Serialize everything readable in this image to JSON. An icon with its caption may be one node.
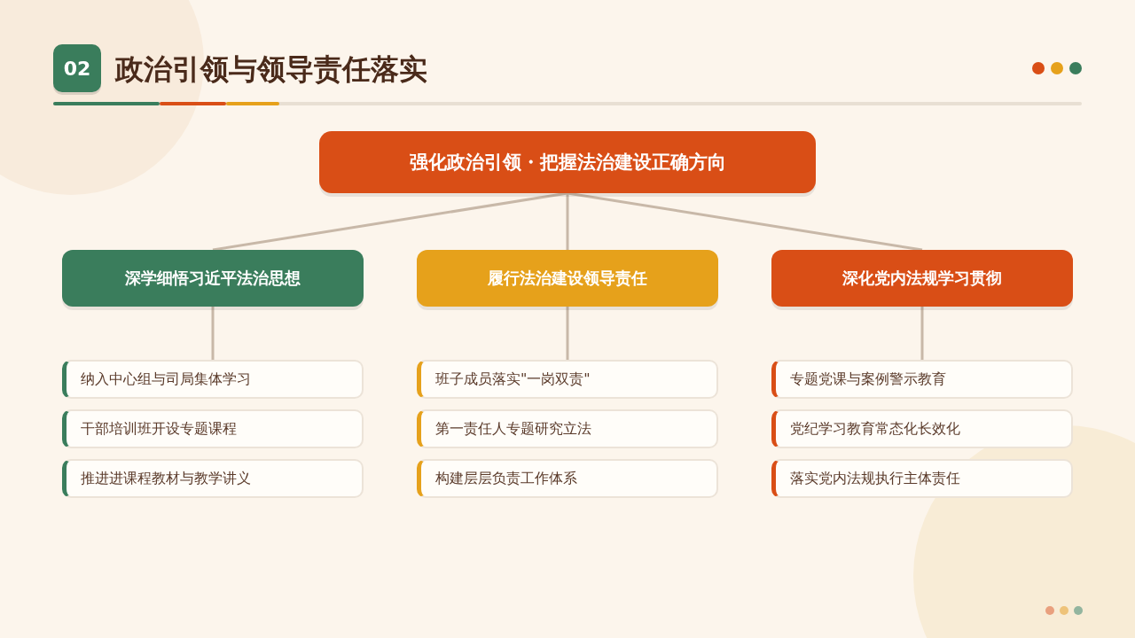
{
  "diagram": {
    "title": "政治引领与领导责任落实",
    "nodes": [
      {
        "text": [
          "强化政治引领・把握法治建设正确方向"
        ]
      },
      {
        "text": [
          "深学细悟习近平法治思想"
        ]
      },
      {
        "text": [
          "履行法治建设领导责任"
        ]
      },
      {
        "text": [
          "深化党内法规学习贯彻"
        ]
      },
      {
        "text": [
          "纳入中心组与司局集体学习"
        ]
      },
      {
        "text": [
          "干部培训班开设专题课程"
        ]
      },
      {
        "text": [
          "推进进课程教材与教学讲义"
        ]
      },
      {
        "text": [
          "班子成员落实\"一岗双责\""
        ]
      },
      {
        "text": [
          "第一责任人专题研究立法"
        ]
      },
      {
        "text": [
          "构建层层负责工作体系"
        ]
      },
      {
        "text": [
          "专题党课与案例警示教育"
        ]
      },
      {
        "text": [
          "党纪学习教育常态化长效化"
        ]
      },
      {
        "text": [
          "落实党内法规执行主体责任"
        ]
      }
    ],
    "edges": [
      {
        "from": 0,
        "to": 1,
        "arrow": "none"
      },
      {
        "from": 0,
        "to": 2,
        "arrow": "none"
      },
      {
        "from": 0,
        "to": 3,
        "arrow": "none"
      },
      {
        "from": 1,
        "to": 4,
        "arrow": "none"
      },
      {
        "from": 2,
        "to": 7,
        "arrow": "none"
      },
      {
        "from": 3,
        "to": 10,
        "arrow": "none"
      }
    ],
    "labels": [
      "02"
    ]
  }
}
